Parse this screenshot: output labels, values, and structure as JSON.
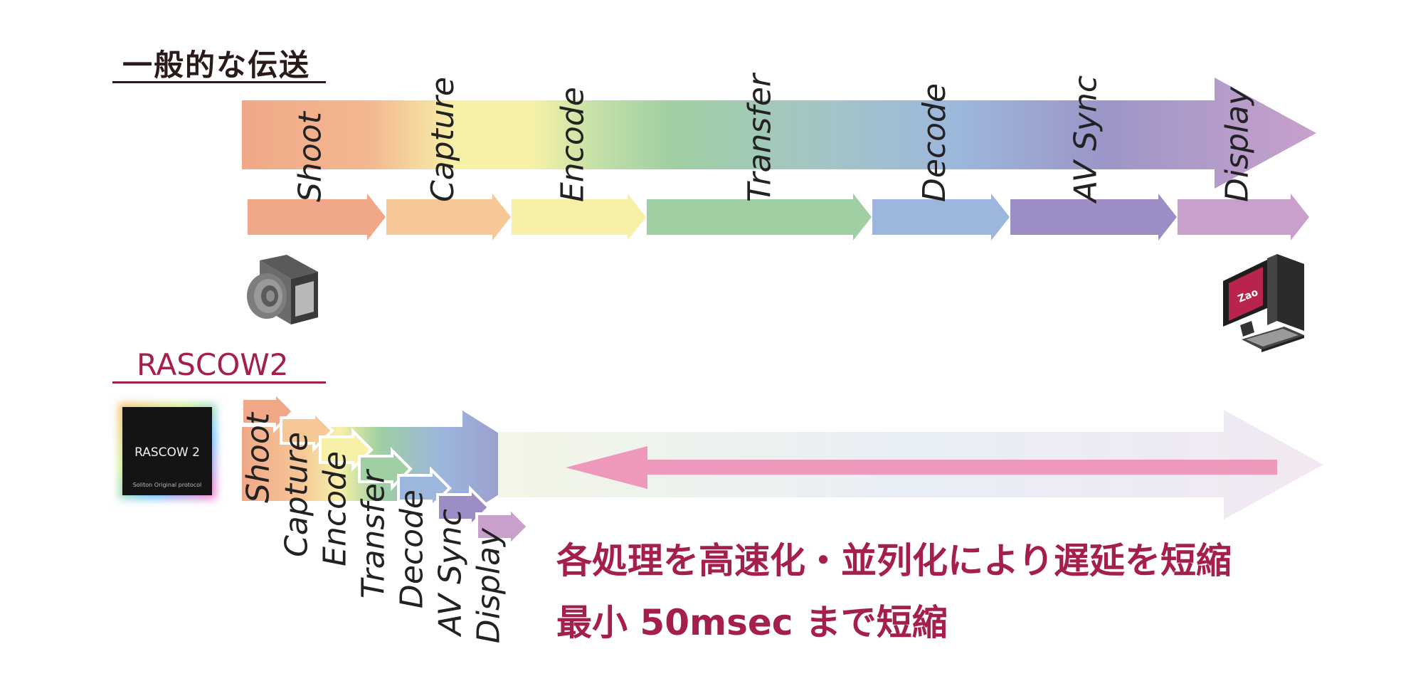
{
  "general": {
    "title": "一般的な伝送",
    "steps": [
      "Shoot",
      "Capture",
      "Encode",
      "Transfer",
      "Decode",
      "AV Sync",
      "Display"
    ]
  },
  "rascow": {
    "title": "RASCOW2",
    "chip_label": "RASCOW 2",
    "chip_sublabel": "Soliton Original protocol",
    "steps": [
      "Shoot",
      "Capture",
      "Encode",
      "Transfer",
      "Decode",
      "AV Sync",
      "Display"
    ]
  },
  "monitor_logo": "Zao",
  "claims": {
    "line1": "各処理を高速化・並列化により遅延を短縮",
    "line2": "最小 50msec まで短縮"
  },
  "colors": {
    "shoot": "#f0a888",
    "capture": "#f6c898",
    "encode": "#f7f1a8",
    "transfer": "#9fcfa2",
    "decode": "#9cb6dd",
    "av_sync": "#9c8ec4",
    "display": "#c8a0cb",
    "accent": "#a41e4e",
    "reduction_arrow": "#ee98bb"
  }
}
